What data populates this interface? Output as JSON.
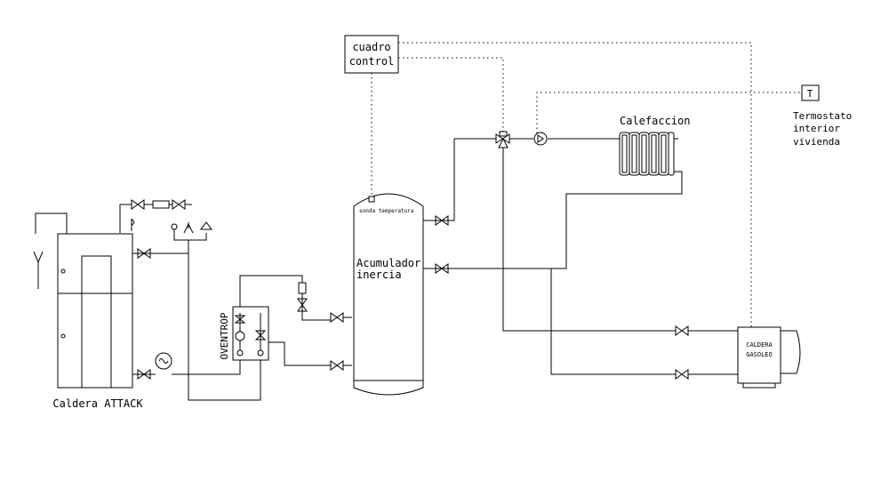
{
  "labels": {
    "control_box_line1": "cuadro",
    "control_box_line2": "control",
    "thermostat_symbol": "T",
    "thermostat_line1": "Termostato",
    "thermostat_line2": "interior",
    "thermostat_line3": "vivienda",
    "heating": "Calefaccion",
    "probe": "sonda temperatura",
    "tank_line1": "Acumulador",
    "tank_line2": "inercia",
    "pump_group": "OVENTROP",
    "boiler_left": "Caldera ATTACK",
    "boiler_right_line1": "CALDERA",
    "boiler_right_line2": "GASOLEO"
  },
  "colors": {
    "line": "#000000",
    "background": "#ffffff"
  }
}
